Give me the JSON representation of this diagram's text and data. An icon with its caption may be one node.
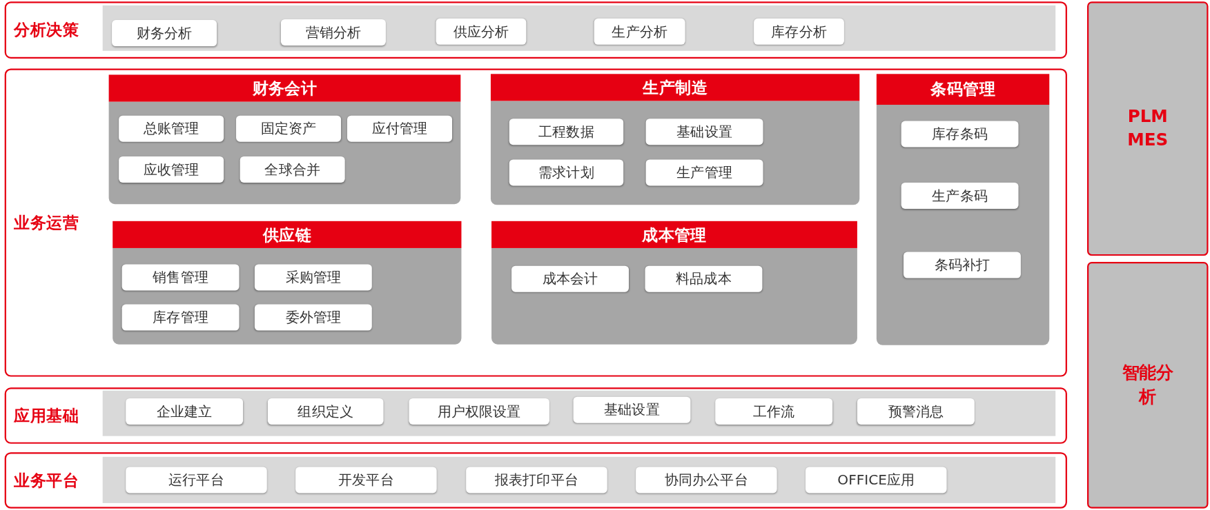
{
  "diagram": {
    "nodes": [
      {
        "text": [
          "分析决策"
        ]
      },
      {
        "text": [
          "财务分析"
        ],
        "in": 0
      },
      {
        "text": [
          "营销分析"
        ],
        "in": 0
      },
      {
        "text": [
          "供应分析"
        ],
        "in": 0
      },
      {
        "text": [
          "生产分析"
        ],
        "in": 0
      },
      {
        "text": [
          "库存分析"
        ],
        "in": 0
      },
      {
        "text": [
          "业务运营"
        ]
      },
      {
        "text": [
          "财务会计"
        ],
        "in": 6
      },
      {
        "text": [
          "总账管理"
        ],
        "in": 7
      },
      {
        "text": [
          "固定资产"
        ],
        "in": 7
      },
      {
        "text": [
          "应付管理"
        ],
        "in": 7
      },
      {
        "text": [
          "应收管理"
        ],
        "in": 7
      },
      {
        "text": [
          "全球合并"
        ],
        "in": 7
      },
      {
        "text": [
          "生产制造"
        ],
        "in": 6
      },
      {
        "text": [
          "工程数据"
        ],
        "in": 13
      },
      {
        "text": [
          "基础设置"
        ],
        "in": 13
      },
      {
        "text": [
          "需求计划"
        ],
        "in": 13
      },
      {
        "text": [
          "生产管理"
        ],
        "in": 13
      },
      {
        "text": [
          "条码管理"
        ],
        "in": 6
      },
      {
        "text": [
          "库存条码"
        ],
        "in": 18
      },
      {
        "text": [
          "生产条码"
        ],
        "in": 18
      },
      {
        "text": [
          "条码补打"
        ],
        "in": 18
      },
      {
        "text": [
          "供应链"
        ],
        "in": 6
      },
      {
        "text": [
          "销售管理"
        ],
        "in": 22
      },
      {
        "text": [
          "采购管理"
        ],
        "in": 22
      },
      {
        "text": [
          "库存管理"
        ],
        "in": 22
      },
      {
        "text": [
          "委外管理"
        ],
        "in": 22
      },
      {
        "text": [
          "成本管理"
        ],
        "in": 6
      },
      {
        "text": [
          "成本会计"
        ],
        "in": 27
      },
      {
        "text": [
          "料品成本"
        ],
        "in": 27
      },
      {
        "text": [
          "应用基础"
        ]
      },
      {
        "text": [
          "企业建立"
        ],
        "in": 30
      },
      {
        "text": [
          "组织定义"
        ],
        "in": 30
      },
      {
        "text": [
          "用户权限设置"
        ],
        "in": 30
      },
      {
        "text": [
          "基础设置"
        ],
        "in": 30
      },
      {
        "text": [
          "工作流"
        ],
        "in": 30
      },
      {
        "text": [
          "预警消息"
        ],
        "in": 30
      },
      {
        "text": [
          "业务平台"
        ]
      },
      {
        "text": [
          "运行平台"
        ],
        "in": 37
      },
      {
        "text": [
          "开发平台"
        ],
        "in": 37
      },
      {
        "text": [
          "报表打印平台"
        ],
        "in": 37
      },
      {
        "text": [
          "协同办公平台"
        ],
        "in": 37
      },
      {
        "text": [
          "OFFICE应用"
        ],
        "in": 37
      },
      {
        "text": [
          "PLM MES"
        ]
      },
      {
        "text": [
          "智能分析"
        ]
      }
    ],
    "edges": []
  }
}
